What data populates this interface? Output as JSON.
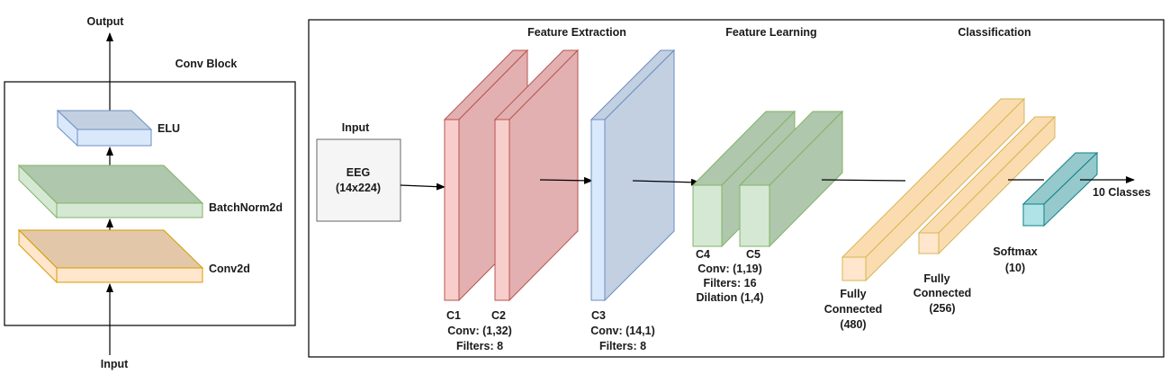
{
  "conv_block": {
    "title": "Conv Block",
    "output_label": "Output",
    "input_label": "Input",
    "layers": {
      "elu": "ELU",
      "batchnorm": "BatchNorm2d",
      "conv": "Conv2d"
    }
  },
  "network": {
    "sections": {
      "feature_extraction": "Feature Extraction",
      "feature_learning": "Feature Learning",
      "classification": "Classification"
    },
    "input": {
      "heading": "Input",
      "box_line1": "EEG",
      "box_line2": "(14x224)"
    },
    "c1_label": "C1",
    "c2_label": "C2",
    "c1c2_conv": "Conv: (1,32)",
    "c1c2_filters": "Filters: 8",
    "c3_label": "C3",
    "c3_conv": "Conv: (14,1)",
    "c3_filters": "Filters: 8",
    "c4_label": "C4",
    "c5_label": "C5",
    "c4c5_conv": "Conv: (1,19)",
    "c4c5_filters": "Filters: 16",
    "c4c5_dilation": "Dilation (1,4)",
    "fc1_line1": "Fully",
    "fc1_line2": "Connected",
    "fc1_line3": "(480)",
    "fc2_line1": "Fully",
    "fc2_line2": "Connected",
    "fc2_line3": "(256)",
    "softmax_line1": "Softmax",
    "softmax_line2": "(10)",
    "output_label": "10 Classes"
  },
  "colors": {
    "blue_face": "#dae8fc",
    "blue_side": "#c3d0e2",
    "blue_stroke": "#6c8ebf",
    "green_face": "#d5e8d4",
    "green_side": "#afc7ac",
    "green_stroke": "#82b366",
    "orange_face": "#ffe6cc",
    "orange_side": "#e2c8a9",
    "orange_stroke": "#d79b00",
    "red_face": "#f8cecc",
    "red_side": "#e2b0b0",
    "red_stroke": "#b85450",
    "fc_face": "#ffe6cc",
    "fc_side": "#fbdcb0",
    "fc_stroke": "#d6b656",
    "teal_face": "#b0e3e6",
    "teal_side": "#95c9cc",
    "teal_stroke": "#0e8088"
  }
}
